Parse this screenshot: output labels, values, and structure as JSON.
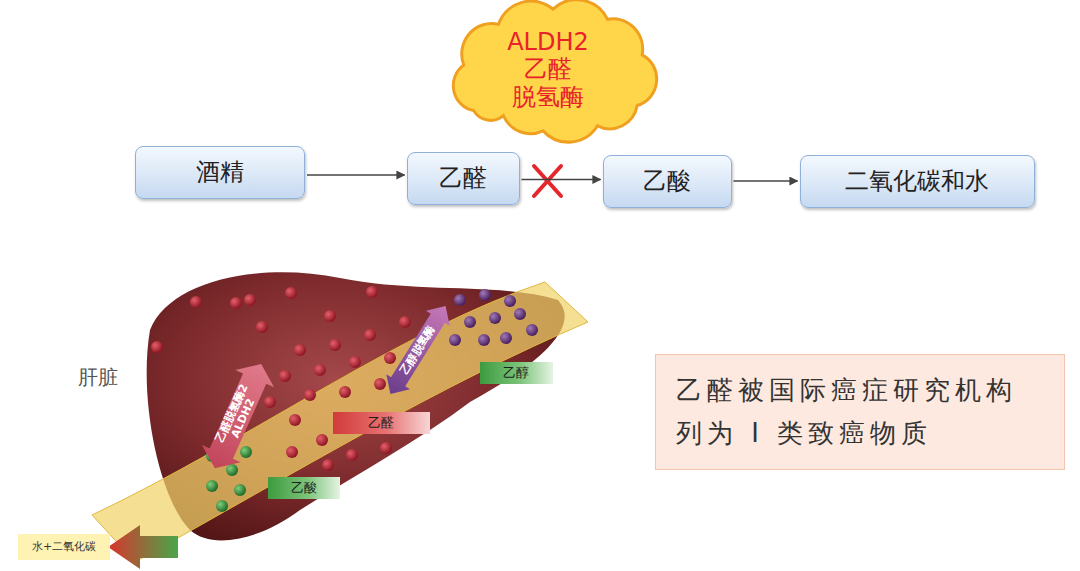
{
  "diagram": {
    "nodes": [
      {
        "text": [
          "ALDH2 乙醛 脱氢酶"
        ]
      },
      {
        "text": [
          "酒精"
        ]
      },
      {
        "text": [
          "乙醛"
        ]
      },
      {
        "text": [
          "乙酸"
        ]
      },
      {
        "text": [
          "二氧化碳和水"
        ]
      },
      {
        "text": [
          "乙醇脱氢酶"
        ]
      },
      {
        "text": [
          "乙醇"
        ]
      },
      {
        "text": [
          "乙醛脱氢酶2",
          "ALDH2"
        ]
      },
      {
        "text": [
          "乙醛"
        ]
      },
      {
        "text": [
          "乙醛被国际癌症研究机构列为 I 类致癌物质"
        ]
      },
      {
        "text": [
          "乙酸"
        ]
      },
      {
        "text": [
          "水+二氧化碳"
        ]
      }
    ],
    "edges": [
      {
        "from": 1,
        "to": 2,
        "arrow": "to"
      },
      {
        "from": 2,
        "to": 3,
        "arrow": "to"
      },
      {
        "from": 3,
        "to": 4,
        "arrow": "to"
      }
    ],
    "labels": [
      "肝脏"
    ]
  }
}
